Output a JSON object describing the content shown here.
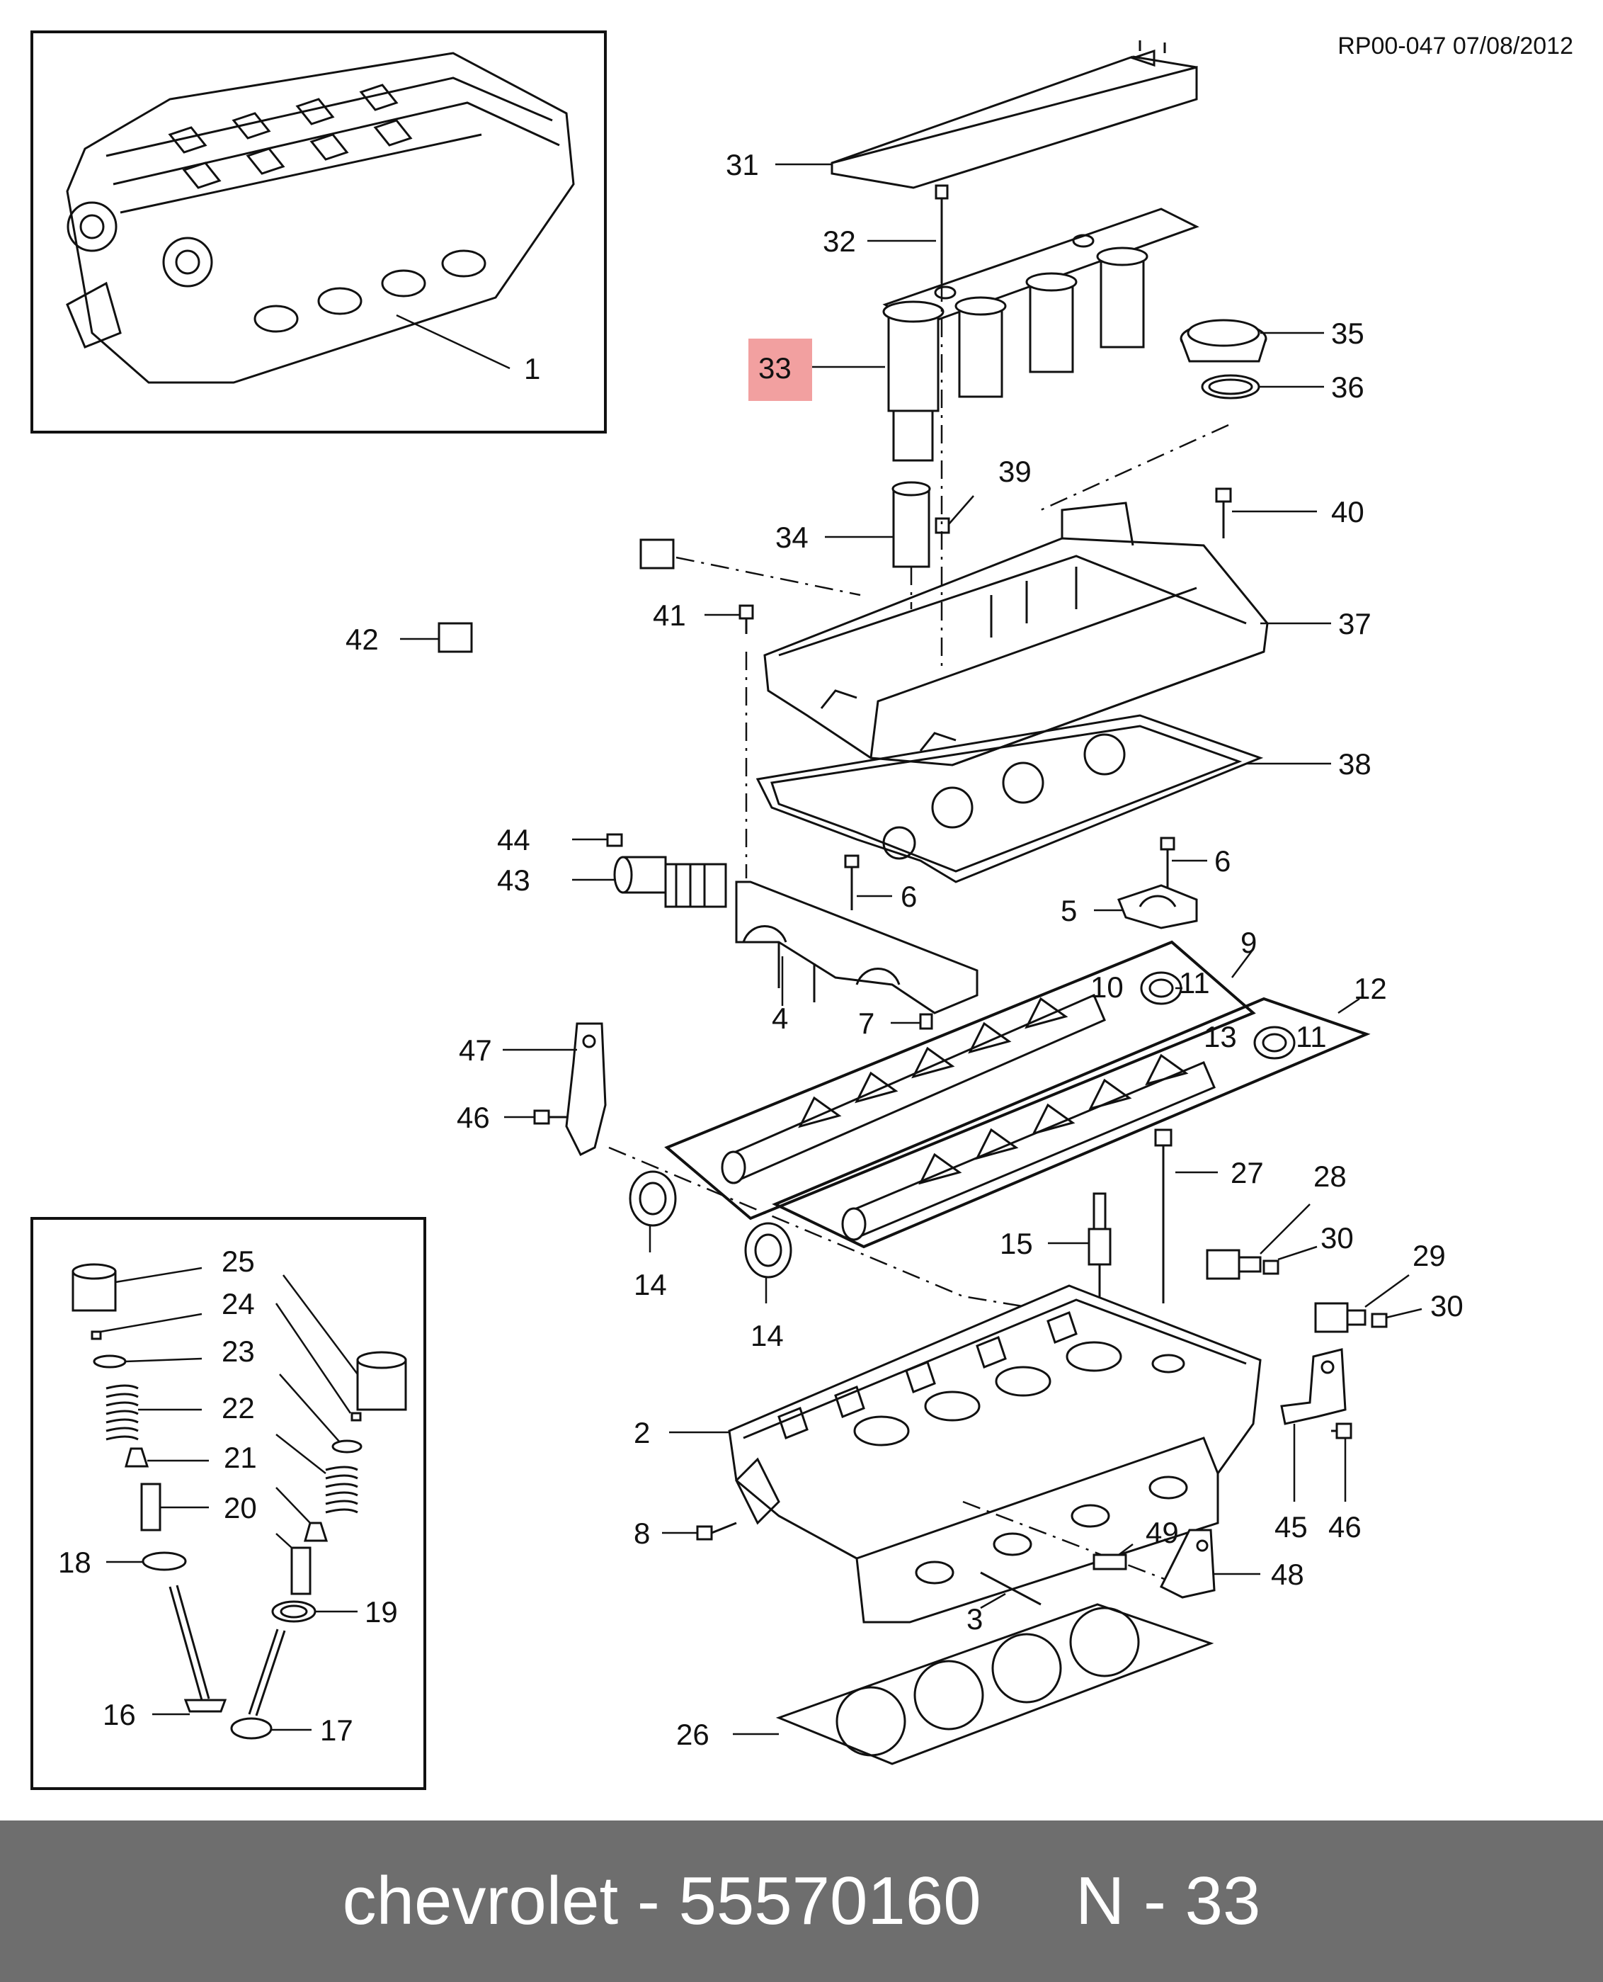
{
  "reference": "RP00-047 07/08/2012",
  "highlight_color": "#f2a0a0",
  "highlighted_part": "33",
  "footer": {
    "text": "chevrolet - 55570160     N - 33"
  },
  "labels": {
    "l1": "1",
    "l2": "2",
    "l3": "3",
    "l4": "4",
    "l5": "5",
    "l6a": "6",
    "l6b": "6",
    "l7": "7",
    "l8": "8",
    "l9": "9",
    "l10": "10",
    "l11a": "11",
    "l11b": "11",
    "l12": "12",
    "l13": "13",
    "l14a": "14",
    "l14b": "14",
    "l15": "15",
    "l16": "16",
    "l17": "17",
    "l18": "18",
    "l19": "19",
    "l20": "20",
    "l21": "21",
    "l22": "22",
    "l23": "23",
    "l24": "24",
    "l25": "25",
    "l26": "26",
    "l27": "27",
    "l28": "28",
    "l29": "29",
    "l30a": "30",
    "l30b": "30",
    "l31": "31",
    "l32": "32",
    "l33": "33",
    "l34": "34",
    "l35": "35",
    "l36": "36",
    "l37": "37",
    "l38": "38",
    "l39": "39",
    "l40": "40",
    "l41": "41",
    "l42": "42",
    "l43": "43",
    "l44": "44",
    "l45": "45",
    "l46a": "46",
    "l46b": "46",
    "l47": "47",
    "l48": "48",
    "l49": "49"
  }
}
